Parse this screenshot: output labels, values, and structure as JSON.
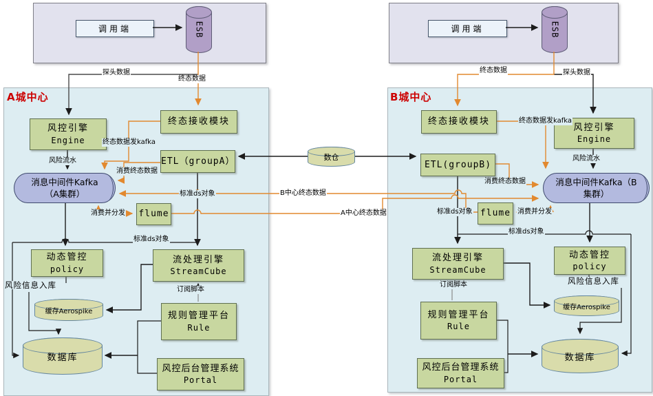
{
  "centers": {
    "a": {
      "title": "A城中心",
      "top": {
        "caller": "调用端",
        "esb": "ESB",
        "probe_label": "探头数据",
        "final_label": "终态数据"
      },
      "nodes": {
        "engine_cn": "风控引擎",
        "engine_en": "Engine",
        "receiver": "终态接收模块",
        "etl": "ETL（groupA）",
        "kafka_line1": "消息中间件Kafka",
        "kafka_line2": "（A集群）",
        "flume": "flume",
        "policy_cn": "动态管控",
        "policy_en": "policy",
        "stream_cn": "流处理引擎",
        "stream_en": "StreamCube",
        "rule_cn": "规则管理平台",
        "rule_en": "Rule",
        "portal_cn": "风控后台管理系统",
        "portal_en": "Portal",
        "aerospike": "缓存Aerospike",
        "db": "数据库"
      },
      "labels": {
        "risk_flow": "风险流水",
        "final_to_kafka": "终态数据发kafka",
        "consume_final": "消费终态数据",
        "std_ds_orange": "标准ds对象",
        "consume_dist": "消费并分发",
        "std_ds": "标准ds对象",
        "risk_into_db": "风险信息入库",
        "subscribe": "订阅脚本"
      }
    },
    "b": {
      "title": "B城中心",
      "top": {
        "caller": "调用端",
        "esb": "ESB",
        "probe_label": "探头数据",
        "final_label": "终态数据"
      },
      "nodes": {
        "engine_cn": "风控引擎",
        "engine_en": "Engine",
        "receiver": "终态接收模块",
        "etl": "ETL(groupB)",
        "kafka_line1": "消息中间件Kafka（B",
        "kafka_line2": "集群）",
        "flume": "flume",
        "policy_cn": "动态管控",
        "policy_en": "policy",
        "stream_cn": "流处理引擎",
        "stream_en": "StreamCube",
        "rule_cn": "规则管理平台",
        "rule_en": "Rule",
        "portal_cn": "风控后台管理系统",
        "portal_en": "Portal",
        "aerospike": "缓存Aerospike",
        "db": "数据库"
      },
      "labels": {
        "risk_flow": "风险流水",
        "final_to_kafka": "终态数据发kafka",
        "consume_final": "消费终态数据",
        "std_ds_flume": "标准ds对象",
        "consume_dist": "消费并分发",
        "std_ds": "标准ds对象",
        "risk_into_db": "风险信息入库",
        "subscribe": "订阅脚本"
      }
    }
  },
  "middle": {
    "warehouse": "数仓",
    "b_to_a": "B中心终态数据",
    "a_to_b": "A中心终态数据"
  },
  "colors": {
    "orange": "#e2892f",
    "line": "#1c1c1c",
    "green": "#c8d7a0",
    "kafka": "#b3badf",
    "zone": "#ddedf2",
    "title_red": "#cc0000"
  }
}
